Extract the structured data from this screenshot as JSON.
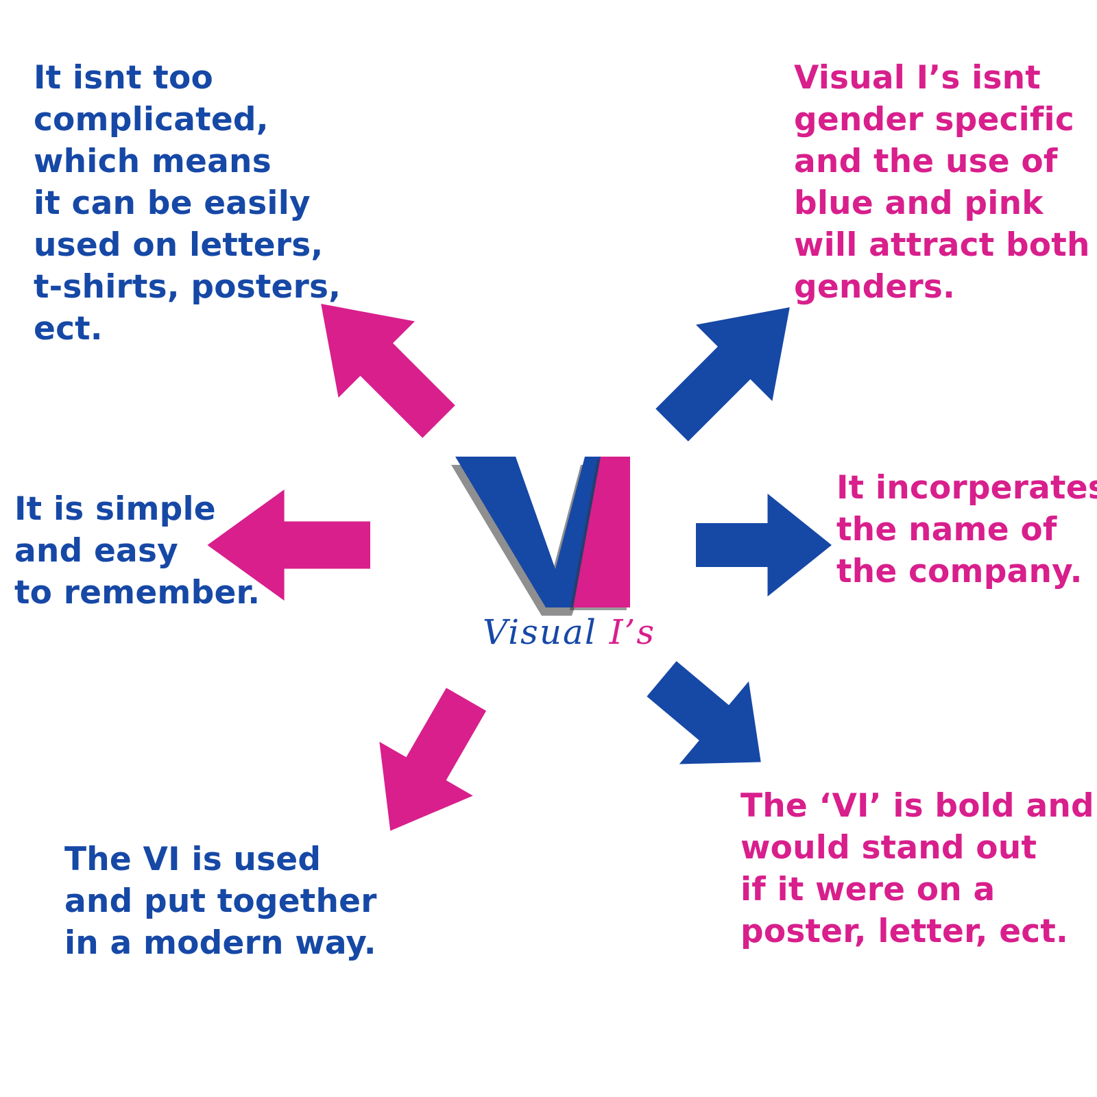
{
  "colors": {
    "blue": "#1648a6",
    "pink": "#d81f8c",
    "background": "#ffffff"
  },
  "logo": {
    "letters": "VI",
    "caption_part1": "Visual",
    "caption_part2": "I’s"
  },
  "notes": {
    "top_left": {
      "color": "blue",
      "lines": [
        "It isnt too",
        "complicated,",
        "which means",
        "it can be easily",
        "used on letters,",
        "t-shirts, posters,",
        "ect."
      ]
    },
    "top_right": {
      "color": "pink",
      "lines": [
        "Visual I’s isnt",
        "gender specific",
        "and the use of",
        "blue and pink",
        "will attract both",
        "genders."
      ]
    },
    "mid_left": {
      "color": "blue",
      "lines": [
        "It is simple",
        "and easy",
        "to remember."
      ]
    },
    "mid_right": {
      "color": "pink",
      "lines": [
        "It incorperates",
        "the name of",
        "the company."
      ]
    },
    "bottom_left": {
      "color": "blue",
      "lines": [
        "The VI is used",
        "and put together",
        "in a modern way."
      ]
    },
    "bottom_right": {
      "color": "pink",
      "lines": [
        "The ‘VI’ is bold and",
        "would stand out",
        "if it were on a",
        "poster, letter, ect."
      ]
    }
  },
  "arrows": [
    {
      "name": "arrow-up-left",
      "color": "pink"
    },
    {
      "name": "arrow-up-right",
      "color": "blue"
    },
    {
      "name": "arrow-left",
      "color": "pink"
    },
    {
      "name": "arrow-right",
      "color": "blue"
    },
    {
      "name": "arrow-down-left",
      "color": "pink"
    },
    {
      "name": "arrow-down-right",
      "color": "blue"
    }
  ]
}
